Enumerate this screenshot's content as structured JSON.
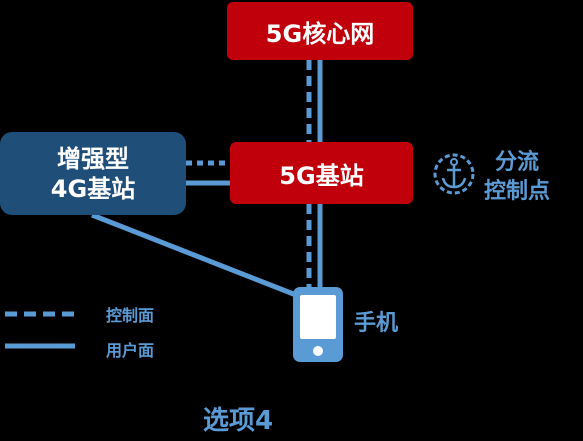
{
  "nodes": {
    "core_network": "5G核心网",
    "gnb": "5G基站",
    "enb_line1": "增强型",
    "enb_line2": "4G基站",
    "phone": "手机"
  },
  "split_control": {
    "line1": "分流",
    "line2": "控制点",
    "icon": "anchor-icon"
  },
  "legend": {
    "control_plane": "控制面",
    "user_plane": "用户面"
  },
  "option_label": "选项4",
  "colors": {
    "background": "#000000",
    "red_box": "#c0000b",
    "blue_box": "#1f4e79",
    "line": "#5b9bd5",
    "text": "#ffffff"
  }
}
